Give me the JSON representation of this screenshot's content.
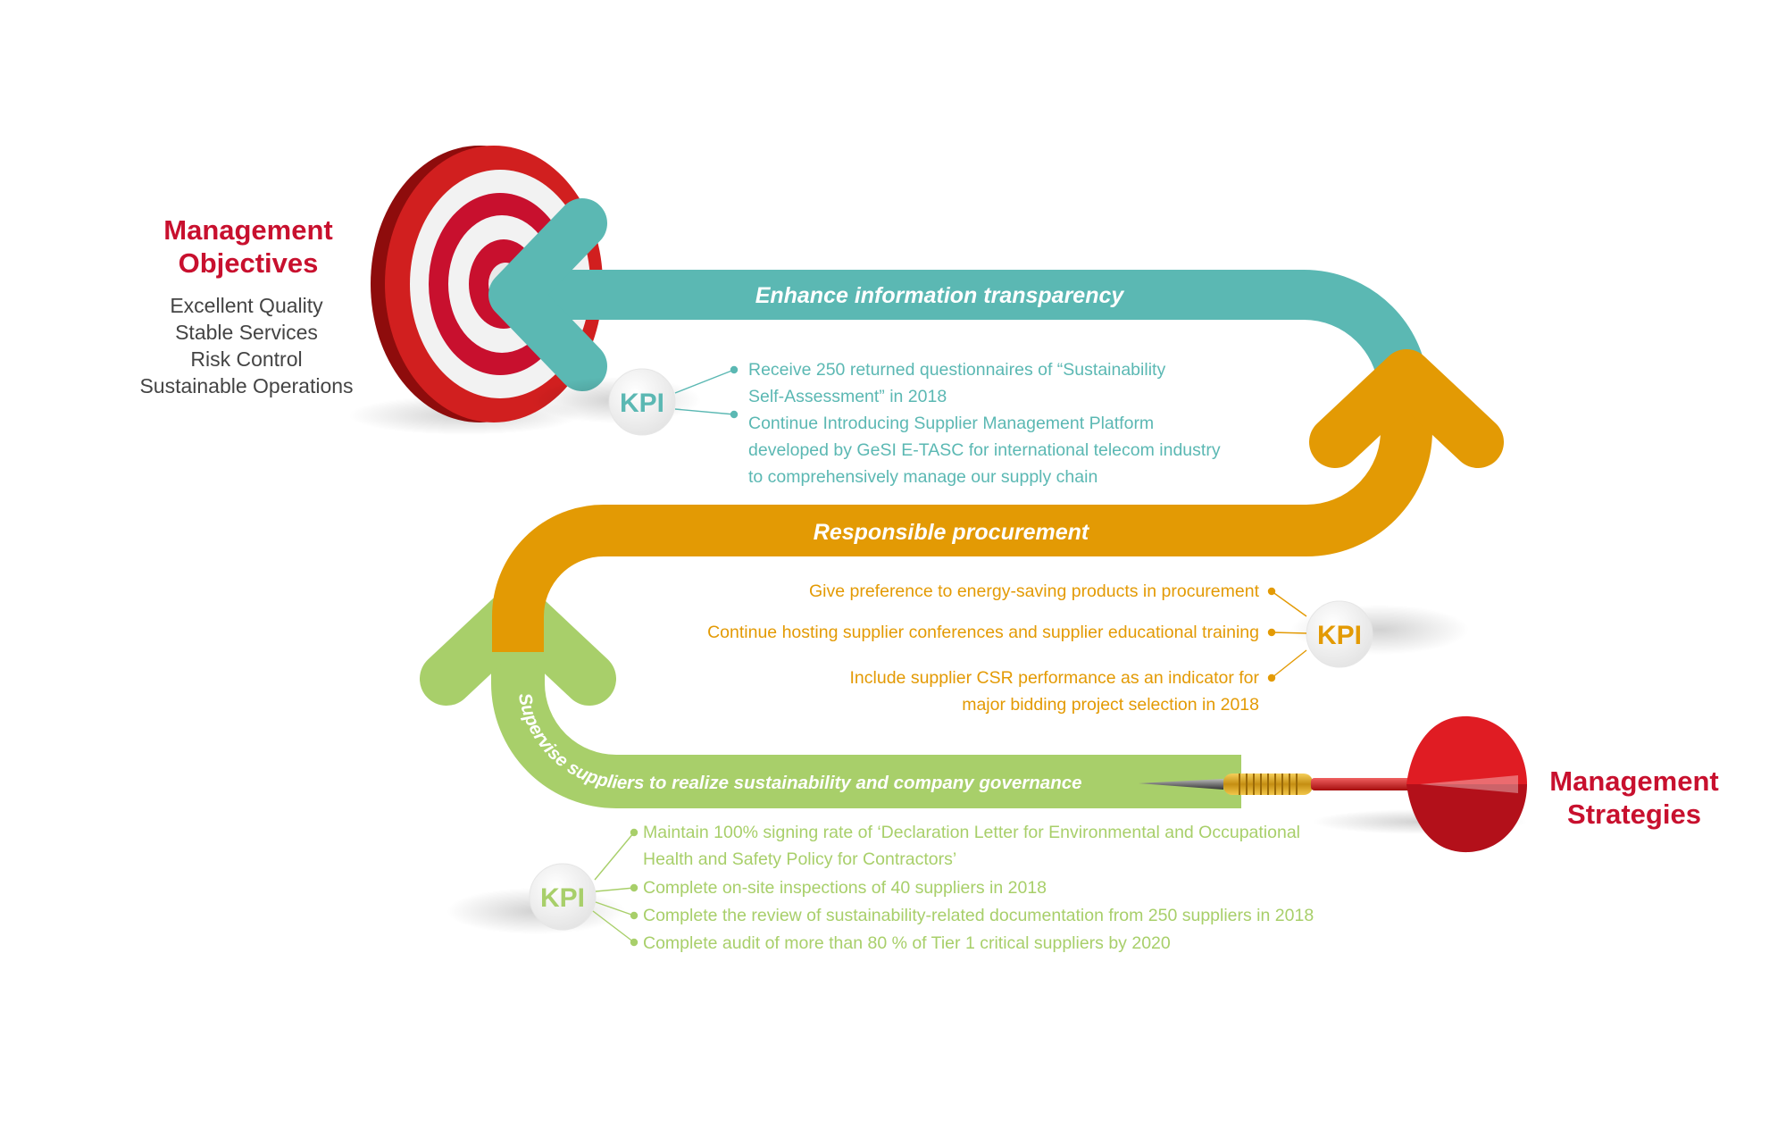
{
  "colors": {
    "red": "#c8102e",
    "teal": "#5bb8b3",
    "orange": "#e39a04",
    "green": "#a8cf6a",
    "text_gray": "#444444"
  },
  "objectives": {
    "title_line1": "Management",
    "title_line2": "Objectives",
    "items": [
      "Excellent Quality",
      "Stable Services",
      "Risk Control",
      "Sustainable Operations"
    ]
  },
  "strategies": {
    "title_line1": "Management",
    "title_line2": "Strategies"
  },
  "bands": {
    "teal_label": "Enhance information transparency",
    "orange_label": "Responsible procurement",
    "green_label": "Supervise suppliers to realize sustainability and company governance"
  },
  "kpi_badge": "KPI",
  "kpi_teal": [
    "Receive 250 returned questionnaires of “Sustainability",
    "Self-Assessment” in 2018",
    "Continue Introducing Supplier Management Platform",
    "developed by GeSI E-TASC for international telecom industry",
    "to comprehensively manage our supply chain"
  ],
  "kpi_orange": [
    "Give preference to energy-saving products in procurement",
    "Continue hosting supplier conferences and supplier educational training",
    "Include supplier CSR performance as an indicator for",
    "major bidding project selection in 2018"
  ],
  "kpi_green": [
    "Maintain 100% signing rate of ‘Declaration Letter for Environmental and Occupational",
    "Health and Safety Policy for Contractors’",
    "Complete on-site inspections of 40 suppliers in 2018",
    "Complete the review of sustainability-related documentation from 250 suppliers in 2018",
    "Complete audit of  more than 80 % of Tier 1 critical suppliers by 2020"
  ],
  "icons": [
    "target-icon",
    "dart-icon"
  ]
}
